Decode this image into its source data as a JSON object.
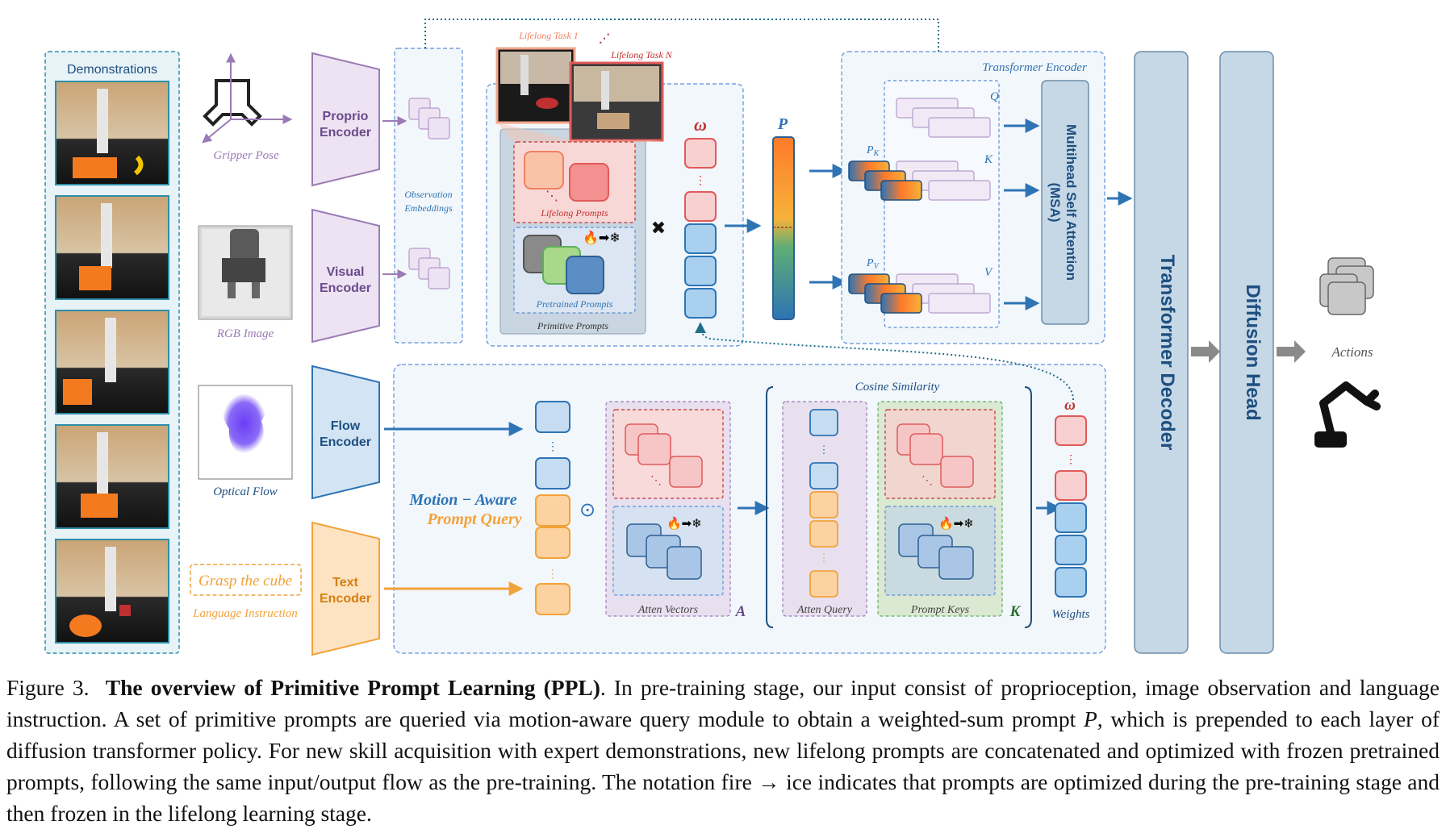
{
  "labels": {
    "demonstrations": "Demonstrations",
    "gripper_pose": "Gripper Pose",
    "rgb_image": "RGB Image",
    "optical_flow": "Optical Flow",
    "grasp_the_cube": "Grasp the cube",
    "language_instruction": "Language Instruction",
    "proprio_encoder": [
      "Proprio",
      "Encoder"
    ],
    "visual_encoder": [
      "Visual",
      "Encoder"
    ],
    "flow_encoder": [
      "Flow",
      "Encoder"
    ],
    "text_encoder": [
      "Text",
      "Encoder"
    ],
    "observation_embeddings": [
      "Observation",
      "Embeddings"
    ],
    "lifelong_task_1": "Lifelong Task  1",
    "lifelong_task_n": "Lifelong Task N",
    "lifelong_prompts": "Lifelong Prompts",
    "pretrained_prompts": "Pretrained Prompts",
    "primitive_prompts": "Primitive Prompts",
    "omega": "ω",
    "P": "P",
    "P_K": "P",
    "P_K_sub": "K",
    "P_V": "P",
    "P_V_sub": "V",
    "Q": "Q",
    "K": "K",
    "V": "V",
    "transformer_encoder": "Transformer Encoder",
    "msa": [
      "Multihead Self Attention",
      "(MSA)"
    ],
    "transformer_decoder": "Transformer Decoder",
    "diffusion_head": "Diffusion Head",
    "actions": "Actions",
    "motion_aware": "Motion − Aware",
    "prompt_query": "Prompt Query",
    "cosine_similarity": "Cosine Similarity",
    "atten_vectors": "Atten Vectors",
    "A": "A",
    "atten_query": "Atten Query",
    "prompt_keys": "Prompt Keys",
    "K_big": "K",
    "weights": "Weights",
    "omega2": "ω",
    "times": "✖",
    "odot": "⊙"
  },
  "caption": {
    "prefix": "Figure 3.",
    "bold": "The overview of Primitive Prompt Learning (PPL)",
    "body1": ". In pre-training stage, our input consist of proprioception, image observation and language instruction. A set of primitive prompts are queried via motion-aware query module to obtain a weighted-sum prompt ",
    "P": "P",
    "body2": ", which is prepended to each layer of diffusion transformer policy. For new skill acquisition with expert demonstrations, new lifelong prompts are concatenated and optimized with frozen pretrained prompts, following the same input/output flow as the pre-training. The notation fire → ice indicates that prompts are optimized during the pre-training stage and then frozen in the lifelong learning stage."
  },
  "colors": {
    "dashed_border": "#5b8fd6",
    "panel_fill": "#eef4fb",
    "purple": "#9b7bb5",
    "blue": "#2e74b5",
    "orange": "#f2a23a",
    "red": "#e05a5a",
    "column_fill": "#c6d7e6"
  }
}
